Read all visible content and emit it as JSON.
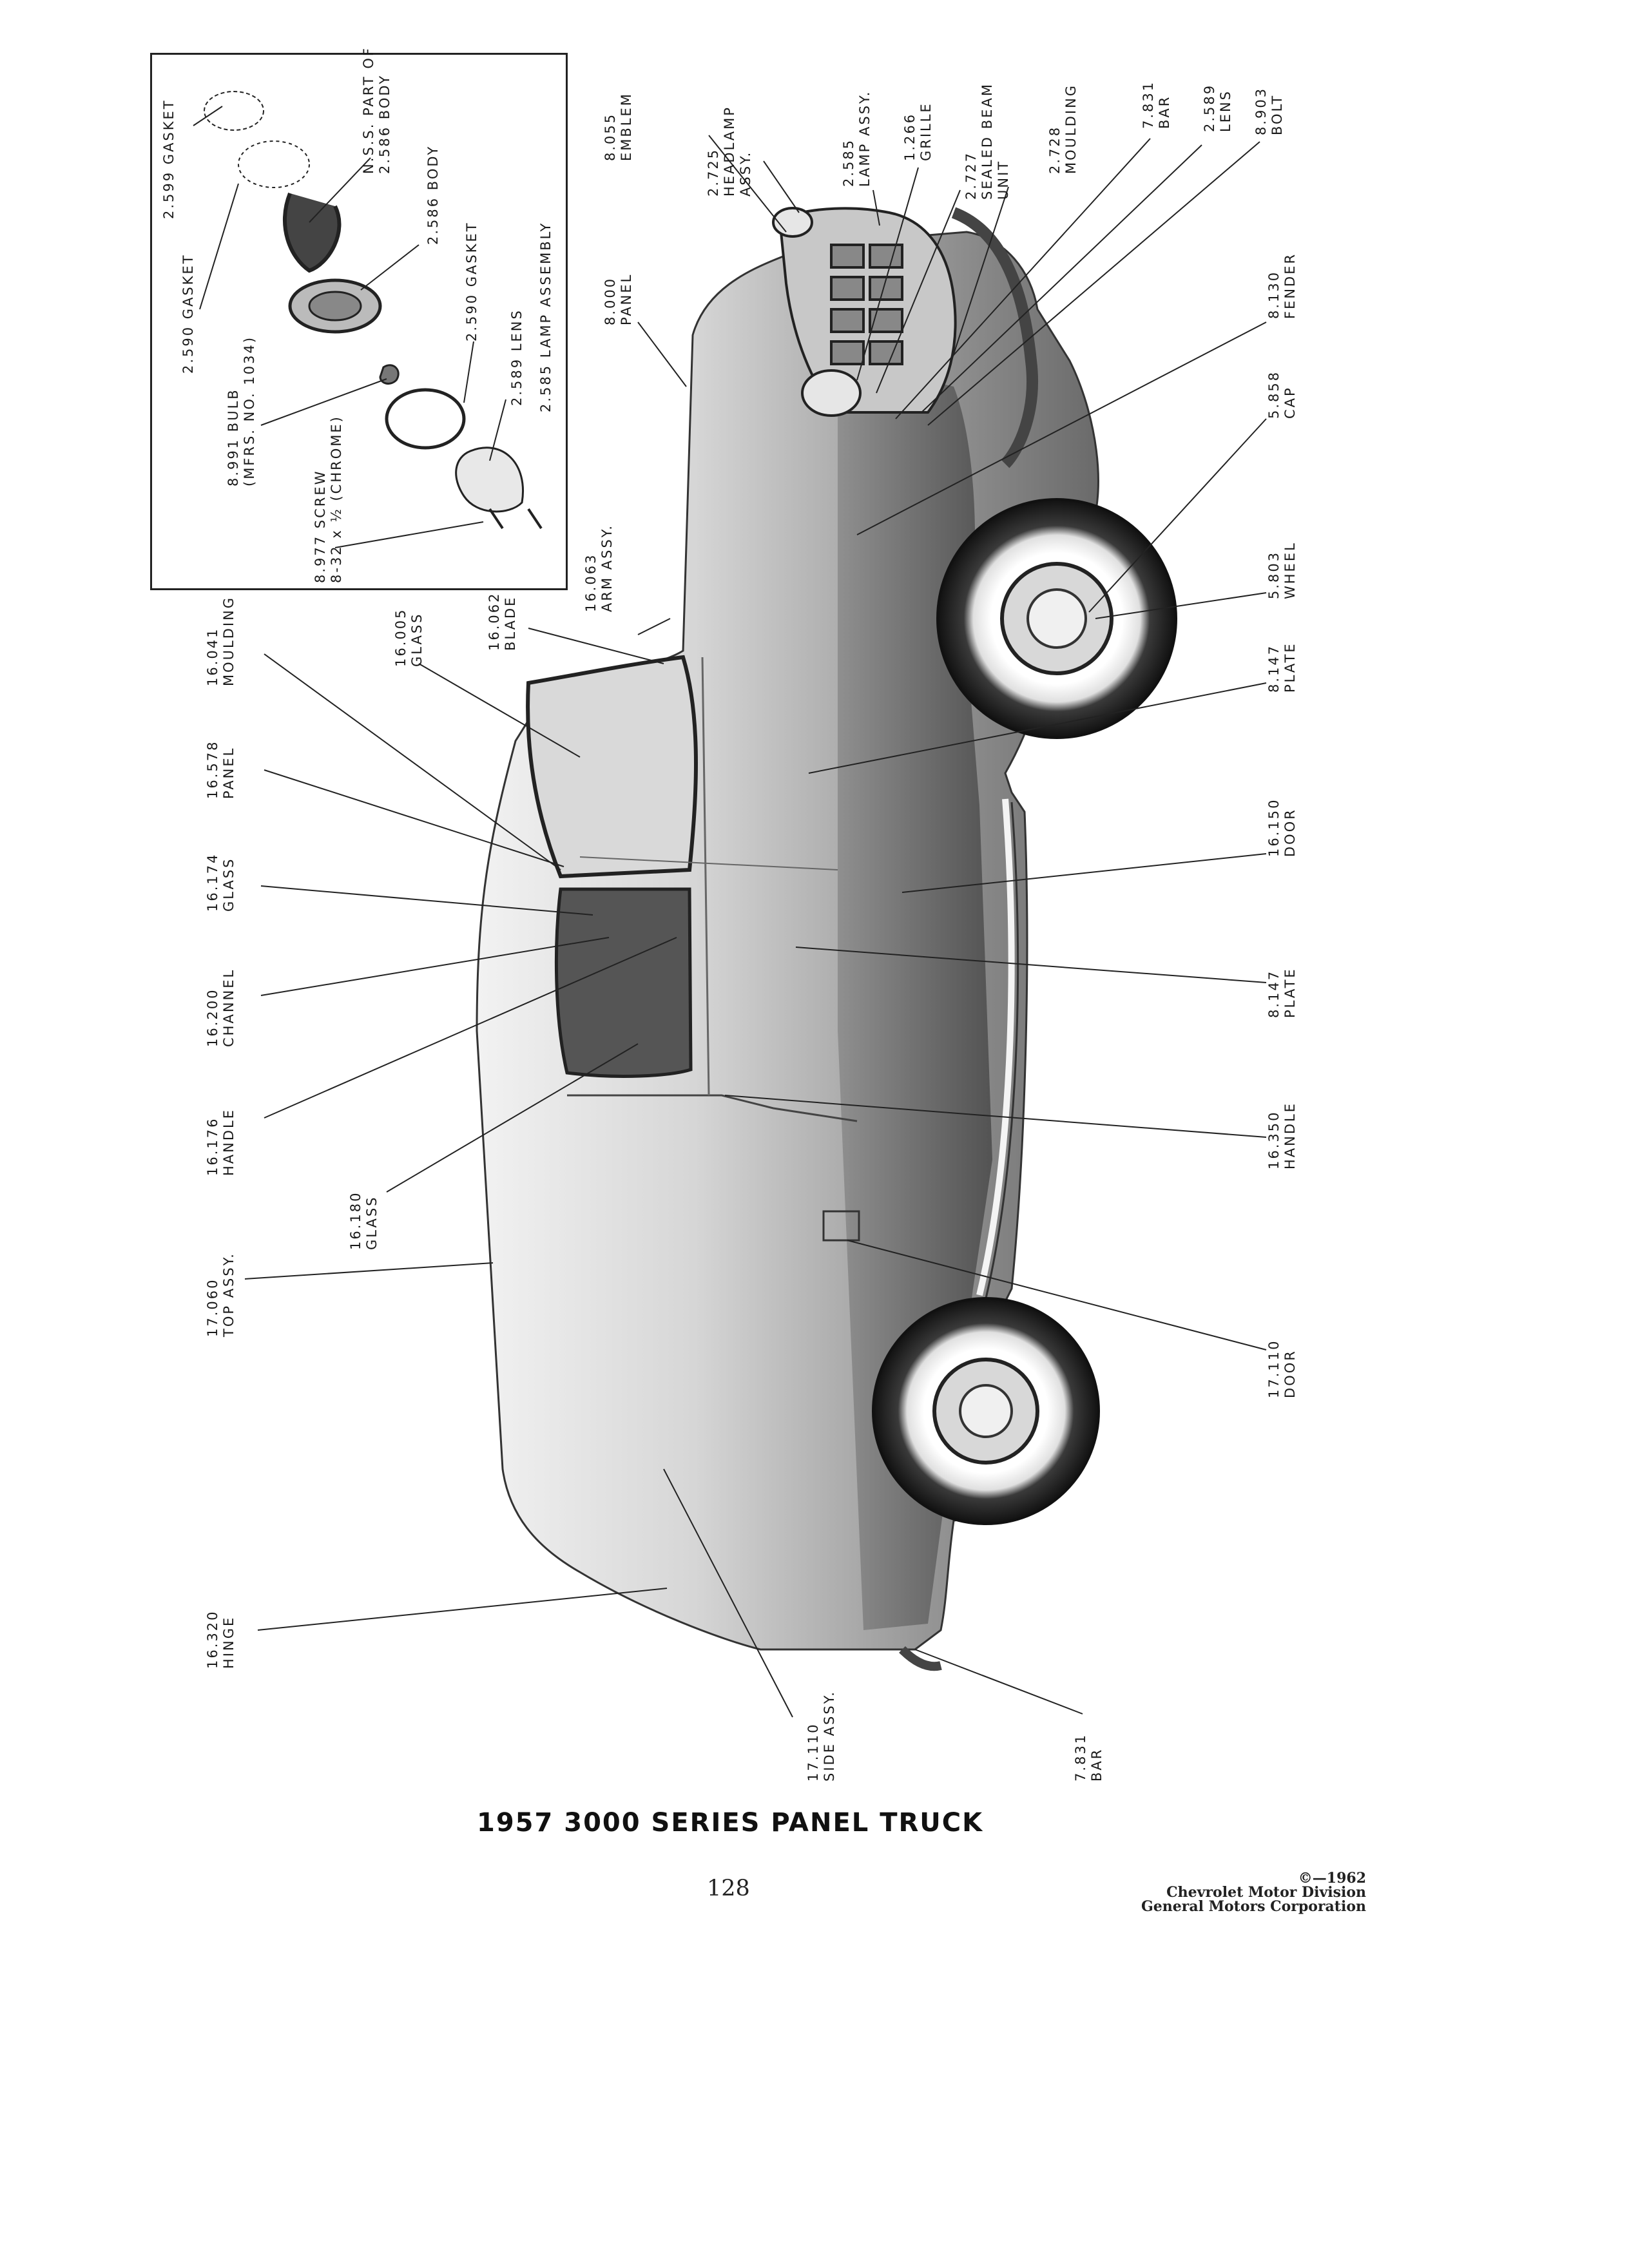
{
  "caption": "1957 3000 SERIES PANEL TRUCK",
  "page_number": "128",
  "copyright": {
    "line1": "©—1962",
    "line2": "Chevrolet Motor Division",
    "line3": "General Motors Corporation"
  },
  "inset_labels": {
    "gasket_2599": "2.599 GASKET",
    "gasket_2590_top": "2.590 GASKET",
    "nss_line1": "N.S.S. PART OF",
    "nss_line2": "2.586 BODY",
    "body_2586": "2.586 BODY",
    "gasket_2590": "2.590 GASKET",
    "bulb_line1": "8.991 BULB",
    "bulb_line2": "(MFRS. NO. 1034)",
    "lens_2589": "2.589 LENS",
    "lamp_assembly": "2.585 LAMP ASSEMBLY",
    "screw_line1": "8.977 SCREW",
    "screw_line2": "8-32 x ½ (CHROME)"
  },
  "parts": {
    "emblem": [
      "8.055",
      "EMBLEM"
    ],
    "headlamp": [
      "2.725",
      "HEADLAMP",
      "ASSY."
    ],
    "lamp_assy": [
      "2.585",
      "LAMP ASSY."
    ],
    "grille": [
      "1.266",
      "GRILLE"
    ],
    "sealed_beam": [
      "2.727",
      "SEALED BEAM",
      "UNIT"
    ],
    "moulding_front": [
      "2.728",
      "MOULDING"
    ],
    "bar_front": [
      "7.831",
      "BAR"
    ],
    "lens_front": [
      "2.589",
      "LENS"
    ],
    "bolt": [
      "8.903",
      "BOLT"
    ],
    "panel_front": [
      "8.000",
      "PANEL"
    ],
    "fender": [
      "8.130",
      "FENDER"
    ],
    "cap": [
      "5.858",
      "CAP"
    ],
    "arm_assy": [
      "16.063",
      "ARM ASSY."
    ],
    "wheel": [
      "5.803",
      "WHEEL"
    ],
    "blade": [
      "16.062",
      "BLADE"
    ],
    "glass_windshield": [
      "16.005",
      "GLASS"
    ],
    "moulding_side": [
      "16.041",
      "MOULDING"
    ],
    "plate_top": [
      "8.147",
      "PLATE"
    ],
    "panel_side": [
      "16.578",
      "PANEL"
    ],
    "door_front": [
      "16.150",
      "DOOR"
    ],
    "glass_door": [
      "16.174",
      "GLASS"
    ],
    "channel": [
      "16.200",
      "CHANNEL"
    ],
    "plate_lower": [
      "8.147",
      "PLATE"
    ],
    "handle_door": [
      "16.176",
      "HANDLE"
    ],
    "handle_outer": [
      "16.350",
      "HANDLE"
    ],
    "glass_vent": [
      "16.180",
      "GLASS"
    ],
    "top_assy": [
      "17.060",
      "TOP ASSY."
    ],
    "fuel_door": [
      "17.110",
      "DOOR"
    ],
    "hinge": [
      "16.320",
      "HINGE"
    ],
    "side_assy": [
      "17.110",
      "SIDE ASSY."
    ],
    "bar_rear": [
      "7.831",
      "BAR"
    ]
  }
}
